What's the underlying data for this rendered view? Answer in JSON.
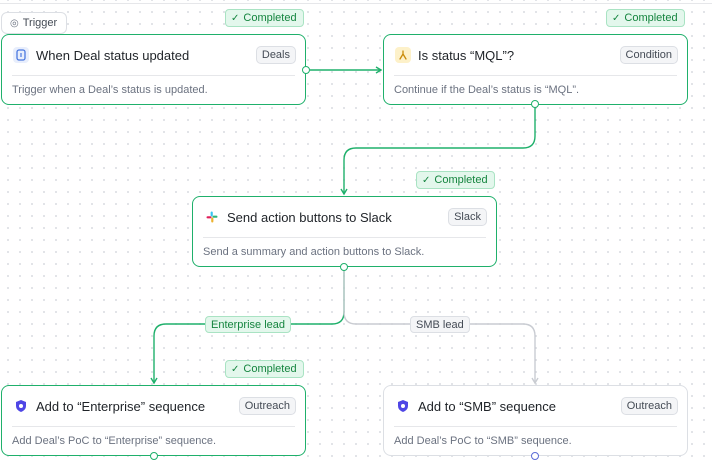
{
  "trigger_chip": {
    "icon": "trigger-icon",
    "label": "Trigger"
  },
  "status": {
    "completed": "Completed",
    "check": "✓"
  },
  "nodes": {
    "deal": {
      "icon": "deal-icon",
      "title": "When Deal status updated",
      "tag": "Deals",
      "desc": "Trigger when a Deal’s status is updated."
    },
    "mql": {
      "icon": "condition-icon",
      "title": "Is status “MQL”?",
      "tag": "Condition",
      "desc": "Continue if the Deal’s status is “MQL”."
    },
    "slack": {
      "icon": "slack-icon",
      "title": "Send action buttons to Slack",
      "tag": "Slack",
      "desc": "Send a summary and action buttons to Slack."
    },
    "enterprise": {
      "icon": "outreach-icon",
      "title": "Add to “Enterprise” sequence",
      "tag": "Outreach",
      "desc": "Add Deal’s PoC to “Enterprise” sequence."
    },
    "smb": {
      "icon": "outreach-icon",
      "title": "Add to “SMB” sequence",
      "tag": "Outreach",
      "desc": "Add Deal’s PoC to “SMB” sequence."
    }
  },
  "edge_labels": {
    "enterprise": "Enterprise lead",
    "smb": "SMB lead"
  },
  "colors": {
    "success": "#1fb06b",
    "pending": "#dcdfe4",
    "outreach": "#4f46e5"
  }
}
